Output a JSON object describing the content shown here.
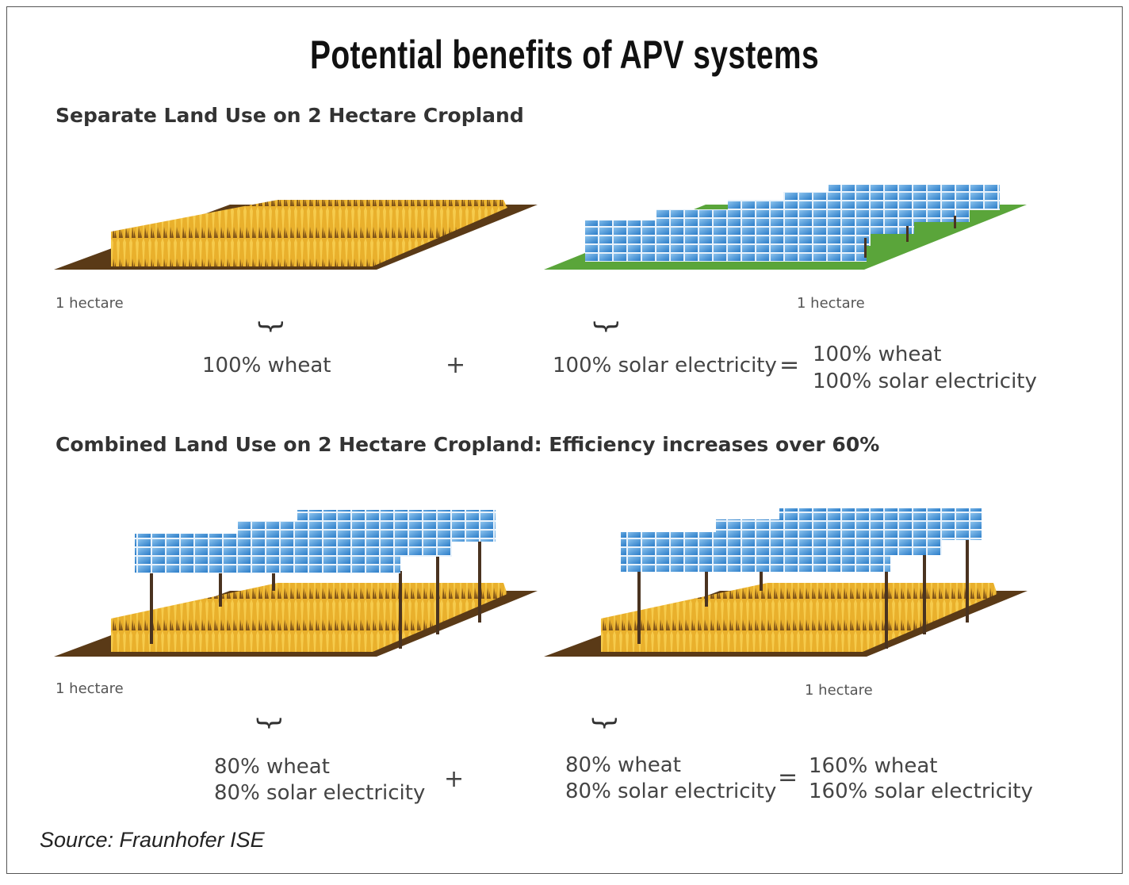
{
  "title": "Potential benefits of APV systems",
  "separate": {
    "heading": "Separate Land Use on 2 Hectare Cropland",
    "left_label": "1 hectare",
    "right_label": "1 hectare",
    "left_value": "100% wheat",
    "plus": "+",
    "right_value": "100% solar electricity",
    "equals": "=",
    "result_line1": "100% wheat",
    "result_line2": "100% solar electricity"
  },
  "combined": {
    "heading": "Combined Land Use on 2 Hectare Cropland: Efficiency increases over 60%",
    "left_label": "1 hectare",
    "right_label": "1 hectare",
    "left_value_line1": "80% wheat",
    "left_value_line2": "80% solar electricity",
    "plus": "+",
    "right_value_line1": "80% wheat",
    "right_value_line2": "80% solar electricity",
    "equals": "=",
    "result_line1": "160% wheat",
    "result_line2": "160% solar electricity"
  },
  "source": "Source: Fraunhofer ISE",
  "colors": {
    "soil": "#5a3a17",
    "wheat": "#e9b02c",
    "grass": "#5aa53a",
    "panel": "#3a8bd3"
  }
}
